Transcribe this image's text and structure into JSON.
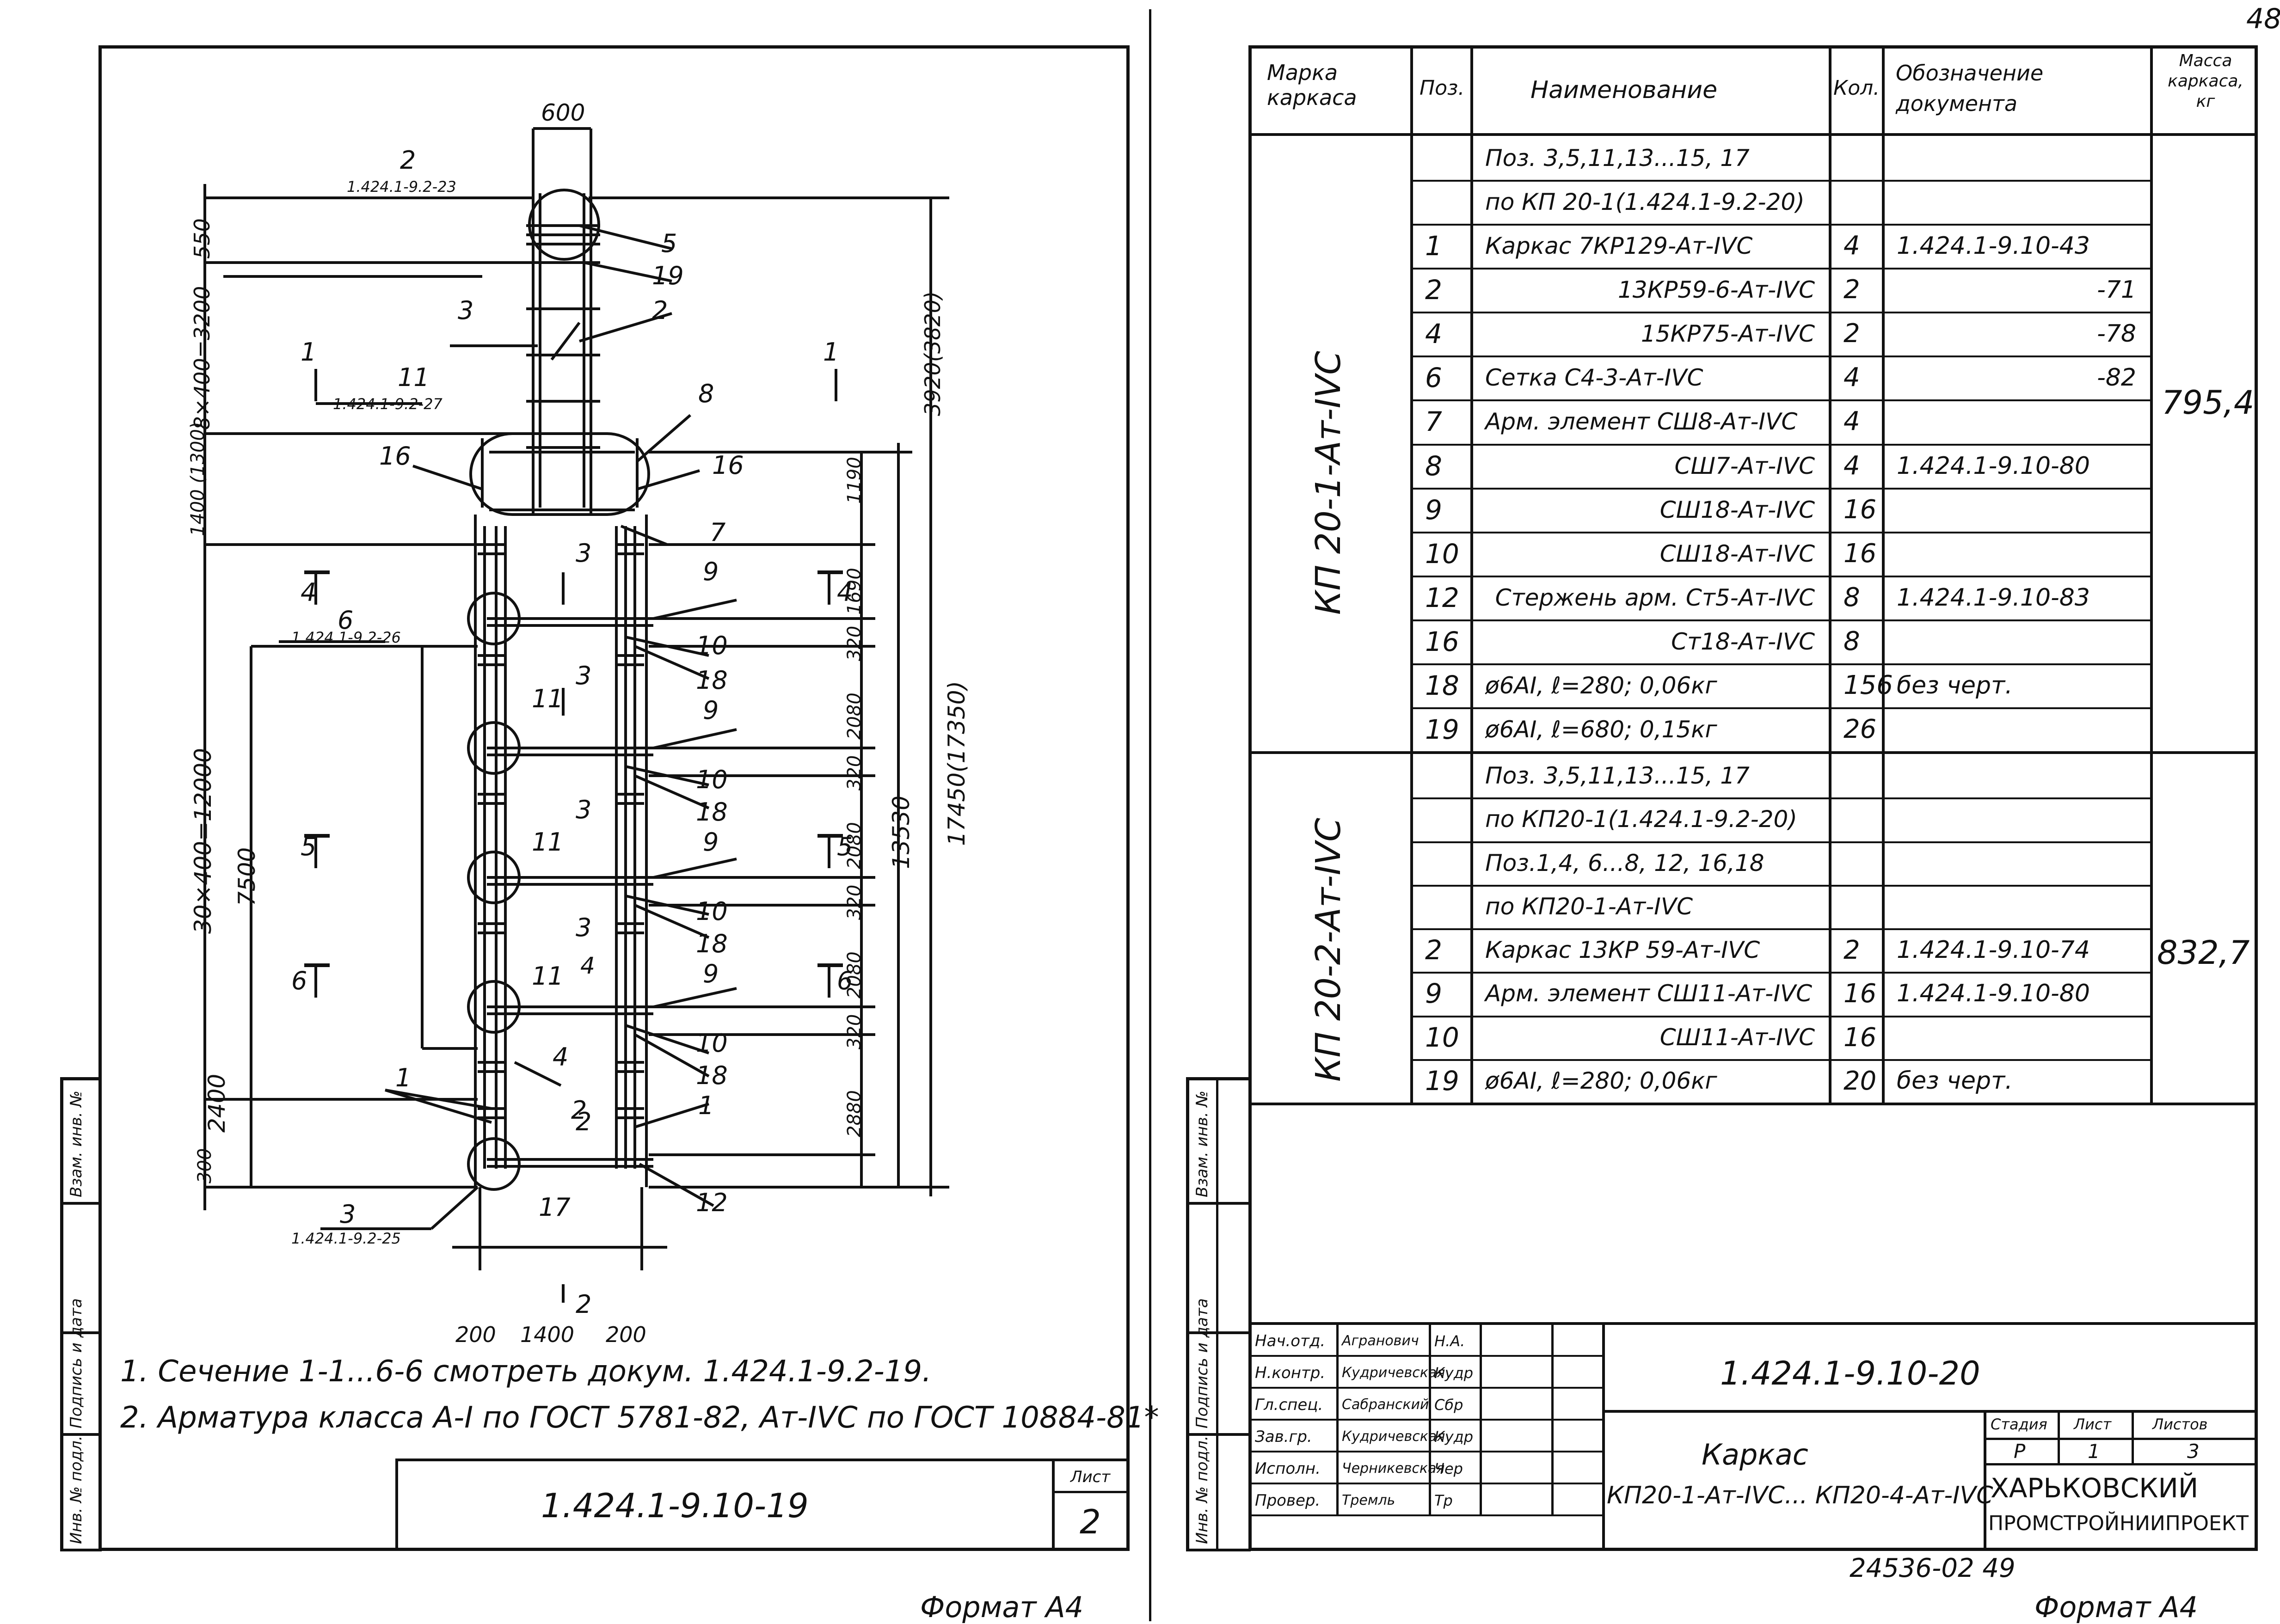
{
  "page_number": "48",
  "left_sheet": {
    "drawing_labels": {
      "dim_top_width": "600",
      "node2_num": "2",
      "node2_ref": "1.424.1-9.2-23",
      "node11_num": "11",
      "node11_ref": "1.424.1-9.2-27",
      "node6_num": "6",
      "node6_ref": "1.424.1-9.2-26",
      "node3_num": "3",
      "node3_ref": "1.424.1-9.2-25",
      "dim_550": "550",
      "dim_8x400": "8×400=3200",
      "dim_1400_1300": "1400\n(1300)",
      "dim_30x400": "30×400=12000",
      "dim_7500": "7500",
      "dim_2400": "2400",
      "dim_300": "300",
      "dim_3920": "3920(3820)",
      "dim_1190": "1190",
      "dim_1690": "1690",
      "dim_320": "320",
      "dim_2080": "2080",
      "dim_2880": "2880",
      "dim_13530": "13530",
      "dim_17450": "17450(17350)",
      "dim_bottom_200a": "200",
      "dim_bottom_1400": "1400",
      "dim_bottom_200b": "200",
      "sec1": "1",
      "sec2": "2",
      "sec3": "3",
      "sec4": "4",
      "sec5": "5",
      "sec6": "6",
      "pos_labels": [
        "5",
        "19",
        "3",
        "2",
        "8",
        "16",
        "16",
        "7",
        "9",
        "10",
        "18",
        "11",
        "9",
        "10",
        "18",
        "11",
        "9",
        "10",
        "18",
        "4",
        "11",
        "9",
        "10",
        "18",
        "1",
        "4",
        "1",
        "2",
        "12",
        "17"
      ]
    },
    "notes": [
      "1. Сечение 1-1...6-6  смотреть  докум.  1.424.1-9.2-19.",
      "2. Арматура класса А-I по ГОСТ 5781-82, Ат-IVС по ГОСТ 10884-81*"
    ],
    "stamp_code": "1.424.1-9.10-19",
    "sheet_label": "Лист",
    "sheet_number": "2",
    "side_labels": [
      "Инв. № подл.",
      "Подпись и дата",
      "Взам. инв. №"
    ],
    "format": "Формат А4"
  },
  "right_sheet": {
    "headers": {
      "mark": "Марка каркаса",
      "pos": "Поз.",
      "name": "Наименование",
      "qty": "Кол.",
      "doc": "Обозначение документа",
      "mass": "Масса каркаса, кг"
    },
    "groups": [
      {
        "mark": "КП 20-1-Ат-IVС",
        "mass": "795,4",
        "rows": [
          {
            "pos": "",
            "name": "Поз. 3,5,11,13...15, 17",
            "qty": "",
            "doc": ""
          },
          {
            "pos": "",
            "name": "по КП 20-1(1.424.1-9.2-20)",
            "qty": "",
            "doc": ""
          },
          {
            "pos": "1",
            "name": "Каркас   7КР129-Ат-IVС",
            "qty": "4",
            "doc": "1.424.1-9.10-43"
          },
          {
            "pos": "2",
            "name": "13КР59-6-Ат-IVС",
            "qty": "2",
            "doc": "-71"
          },
          {
            "pos": "4",
            "name": "15КР75-Ат-IVС",
            "qty": "2",
            "doc": "-78"
          },
          {
            "pos": "6",
            "name": "Сетка    С4-3-Ат-IVС",
            "qty": "4",
            "doc": "-82"
          },
          {
            "pos": "7",
            "name": "Арм. элемент  СШ8-Ат-IVС",
            "qty": "4",
            "doc": ""
          },
          {
            "pos": "8",
            "name": "СШ7-Ат-IVС",
            "qty": "4",
            "doc": "1.424.1-9.10-80"
          },
          {
            "pos": "9",
            "name": "СШ18-Ат-IVС",
            "qty": "16",
            "doc": ""
          },
          {
            "pos": "10",
            "name": "СШ18-Ат-IVС",
            "qty": "16",
            "doc": ""
          },
          {
            "pos": "12",
            "name": "Стержень арм. Ст5-Ат-IVС",
            "qty": "8",
            "doc": "1.424.1-9.10-83"
          },
          {
            "pos": "16",
            "name": "Ст18-Ат-IVС",
            "qty": "8",
            "doc": ""
          },
          {
            "pos": "18",
            "name": "ø6АI, ℓ=280;     0,06кг",
            "qty": "156",
            "doc": "без черт."
          },
          {
            "pos": "19",
            "name": "ø6АI, ℓ=680;     0,15кг",
            "qty": "26",
            "doc": ""
          }
        ]
      },
      {
        "mark": "КП 20-2-Ат-IVС",
        "mass": "832,7",
        "rows": [
          {
            "pos": "",
            "name": "Поз. 3,5,11,13...15, 17",
            "qty": "",
            "doc": ""
          },
          {
            "pos": "",
            "name": "по КП20-1(1.424.1-9.2-20)",
            "qty": "",
            "doc": ""
          },
          {
            "pos": "",
            "name": "Поз.1,4, 6...8, 12, 16,18",
            "qty": "",
            "doc": ""
          },
          {
            "pos": "",
            "name": "по  КП20-1-Ат-IVС",
            "qty": "",
            "doc": ""
          },
          {
            "pos": "2",
            "name": "Каркас 13КР 59-Ат-IVС",
            "qty": "2",
            "doc": "1.424.1-9.10-74"
          },
          {
            "pos": "9",
            "name": "Арм. элемент     СШ11-Ат-IVС",
            "qty": "16",
            "doc": "1.424.1-9.10-80"
          },
          {
            "pos": "10",
            "name": "СШ11-Ат-IVС",
            "qty": "16",
            "doc": ""
          },
          {
            "pos": "19",
            "name": "ø6АI, ℓ=280;        0,06кг",
            "qty": "20",
            "doc": "без черт."
          }
        ]
      }
    ],
    "signatures": [
      {
        "role": "Нач.отд.",
        "name": "Агранович",
        "sign": "Н.А."
      },
      {
        "role": "Н.контр.",
        "name": "Кудричевская",
        "sign": "Кудр"
      },
      {
        "role": "Гл.спец.",
        "name": "Сабранский",
        "sign": "Сбр"
      },
      {
        "role": "Зав.гр.",
        "name": "Кудричевская",
        "sign": "Кудр"
      },
      {
        "role": "Исполн.",
        "name": "Черникевская",
        "sign": "Чер"
      },
      {
        "role": "Провер.",
        "name": "Тремль",
        "sign": "Тр"
      }
    ],
    "stamp_code": "1.424.1-9.10-20",
    "title_line1": "Каркас",
    "title_line2": "КП20-1-Ат-IVС... КП20-4-Ат-IVС",
    "stage_label": "Стадия",
    "sheet_label": "Лист",
    "sheets_label": "Листов",
    "stage": "Р",
    "sheet": "1",
    "sheets": "3",
    "company_line1": "ХАРЬКОВСКИЙ",
    "company_line2": "ПРОМСТРОЙНИИПРОЕКТ",
    "bottom_code": "24536-02  49",
    "side_labels": [
      "Инв. № подл.",
      "Подпись и дата",
      "Взам. инв. №"
    ],
    "format": "Формат А4"
  }
}
